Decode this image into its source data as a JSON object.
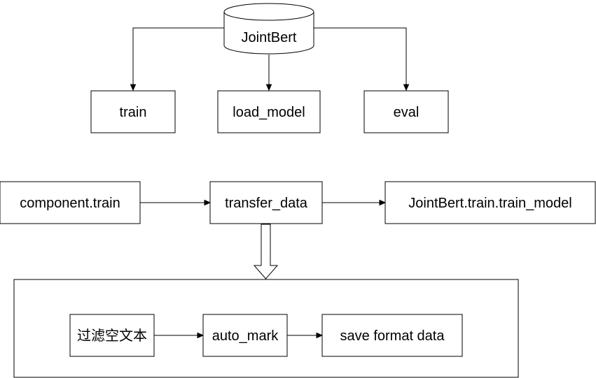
{
  "diagram": {
    "database": {
      "label": "JointBert"
    },
    "top_nodes": {
      "train": "train",
      "load_model": "load_model",
      "eval": "eval"
    },
    "flow_nodes": {
      "component_train": "component.train",
      "transfer_data": "transfer_data",
      "jointbert_train_model": "JointBert.train.train_model"
    },
    "sub_nodes": {
      "filter_empty_text": "过滤空文本",
      "auto_mark": "auto_mark",
      "save_format_data": "save format data"
    }
  }
}
